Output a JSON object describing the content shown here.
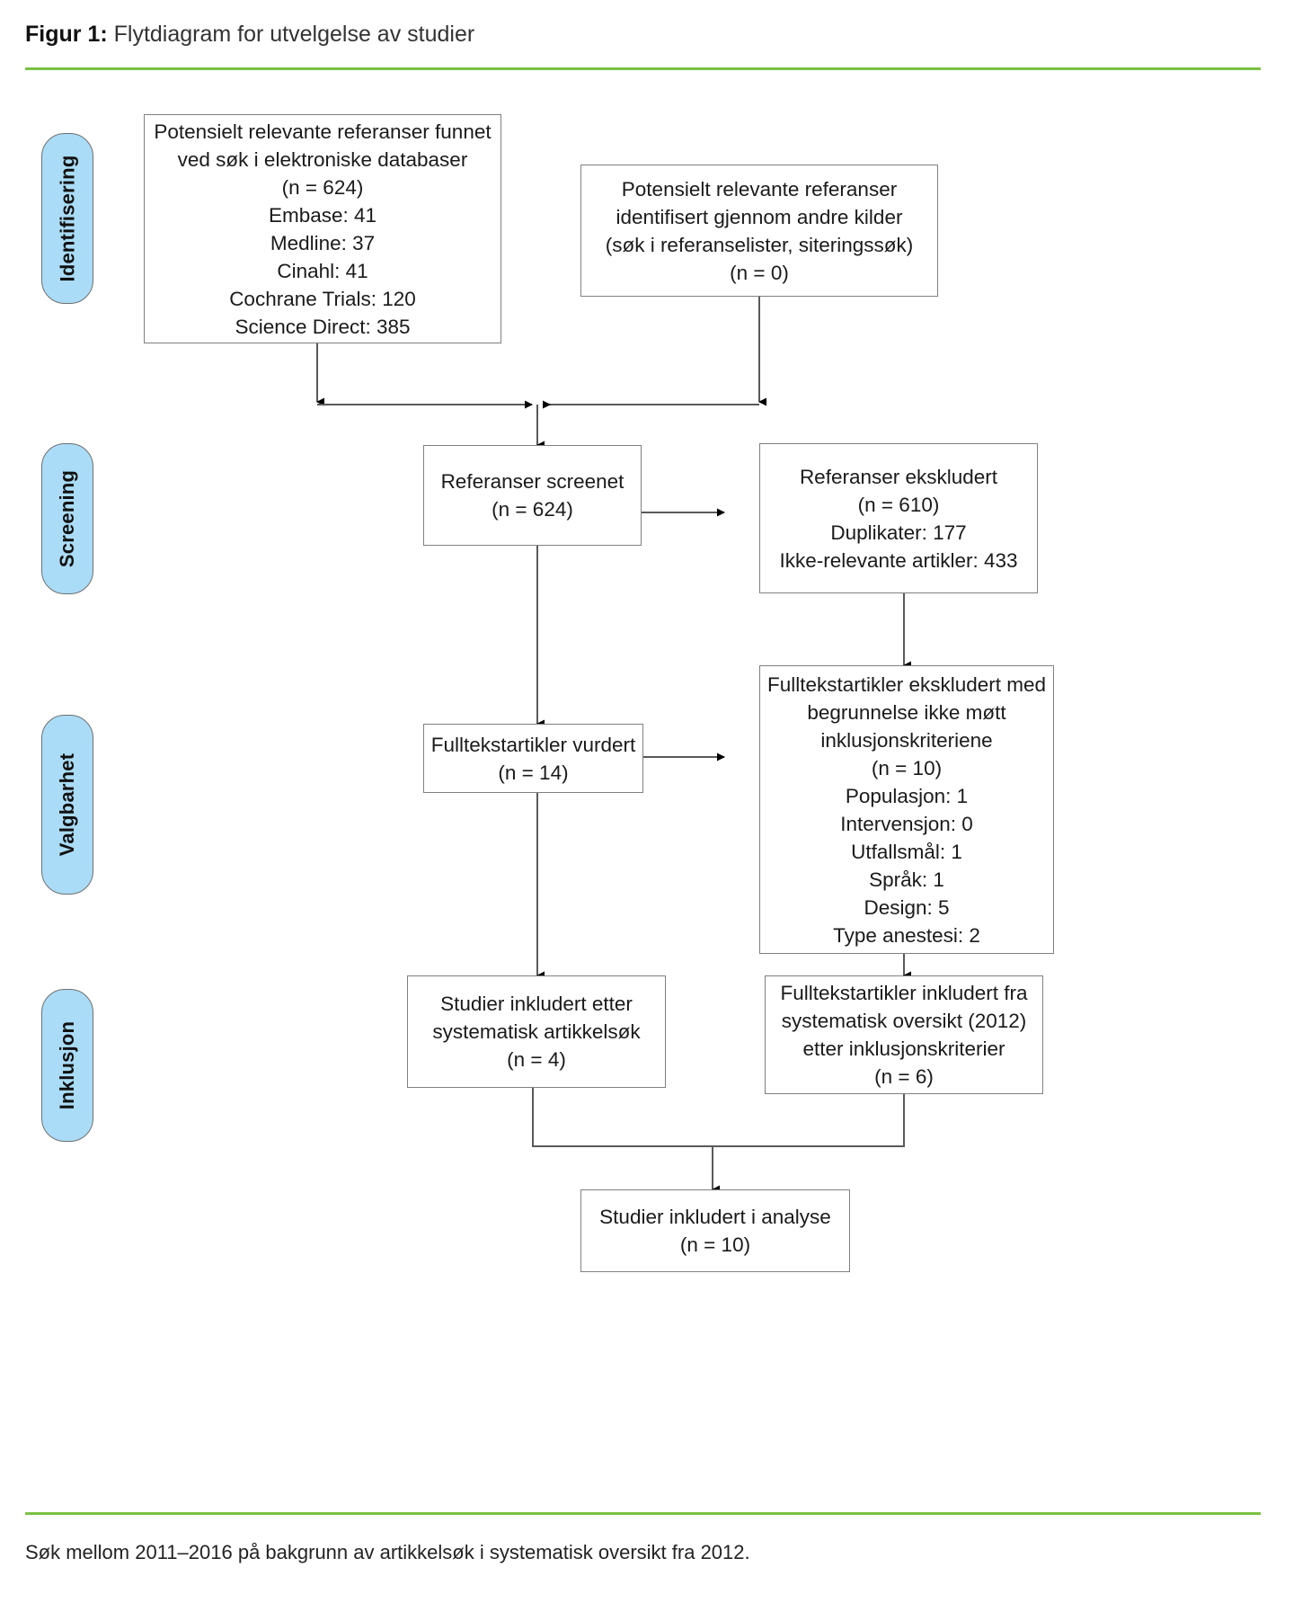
{
  "figure": {
    "label": "Figur 1:",
    "title": "Flytdiagram for utvelgelse av studier",
    "footnote": "Søk mellom 2011–2016 på bakgrunn av artikkelsøk i systematisk oversikt fra 2012.",
    "rule_color": "#7ac143",
    "pill_color": "#aadcf7",
    "box_border_color": "#808080"
  },
  "stages": [
    {
      "id": "identification",
      "label": "Identifisering"
    },
    {
      "id": "screening",
      "label": "Screening"
    },
    {
      "id": "eligibility",
      "label": "Valgbarhet"
    },
    {
      "id": "inclusion",
      "label": "Inklusjon"
    }
  ],
  "chart_data": {
    "type": "diagram",
    "title": "Flytdiagram for utvelgelse av studier",
    "nodes": [
      {
        "id": "db-search",
        "stage": "identification",
        "lines": [
          "Potensielt relevante referanser funnet",
          "ved søk i elektroniske databaser",
          "(n = 624)",
          "Embase: 41",
          "Medline: 37",
          "Cinahl: 41",
          "Cochrane Trials: 120",
          "Science Direct: 385"
        ],
        "n": 624,
        "breakdown": {
          "Embase": 41,
          "Medline": 37,
          "Cinahl": 41,
          "Cochrane Trials": 120,
          "Science Direct": 385
        }
      },
      {
        "id": "other-sources",
        "stage": "identification",
        "lines": [
          "Potensielt relevante referanser",
          "identifisert gjennom andre kilder",
          "(søk i referanselister, siteringssøk)",
          "(n = 0)"
        ],
        "n": 0
      },
      {
        "id": "screened",
        "stage": "screening",
        "lines": [
          "Referanser screenet",
          "(n = 624)"
        ],
        "n": 624
      },
      {
        "id": "excluded-refs",
        "stage": "screening",
        "lines": [
          "Referanser ekskludert",
          "(n = 610)",
          "Duplikater: 177",
          "Ikke-relevante artikler: 433"
        ],
        "n": 610,
        "breakdown": {
          "Duplikater": 177,
          "Ikke-relevante artikler": 433
        }
      },
      {
        "id": "fulltext-assessed",
        "stage": "eligibility",
        "lines": [
          "Fulltekstartikler vurdert",
          "(n = 14)"
        ],
        "n": 14
      },
      {
        "id": "fulltext-excluded",
        "stage": "eligibility",
        "lines": [
          "Fulltekstartikler ekskludert med",
          "begrunnelse ikke møtt",
          "inklusjonskriteriene",
          "(n = 10)",
          "Populasjon: 1",
          "Intervensjon: 0",
          "Utfallsmål: 1",
          "Språk: 1",
          "Design: 5",
          "Type anestesi: 2"
        ],
        "n": 10,
        "breakdown": {
          "Populasjon": 1,
          "Intervensjon": 0,
          "Utfallsmål": 1,
          "Språk": 1,
          "Design": 5,
          "Type anestesi": 2
        }
      },
      {
        "id": "included-systematic-search",
        "stage": "inclusion",
        "lines": [
          "Studier inkludert etter",
          "systematisk artikkelsøk",
          "(n = 4)"
        ],
        "n": 4
      },
      {
        "id": "included-from-review",
        "stage": "inclusion",
        "lines": [
          "Fulltekstartikler inkludert fra",
          "systematisk oversikt (2012)",
          "etter inklusjonskriterier",
          "(n = 6)"
        ],
        "n": 6
      },
      {
        "id": "included-analysis",
        "stage": "inclusion",
        "lines": [
          "Studier inkludert i analyse",
          "(n = 10)"
        ],
        "n": 10
      }
    ],
    "edges": [
      {
        "from": "db-search",
        "to": "screened"
      },
      {
        "from": "other-sources",
        "to": "screened"
      },
      {
        "from": "screened",
        "to": "excluded-refs"
      },
      {
        "from": "screened",
        "to": "fulltext-assessed"
      },
      {
        "from": "excluded-refs",
        "to": "fulltext-excluded"
      },
      {
        "from": "fulltext-assessed",
        "to": "fulltext-excluded"
      },
      {
        "from": "fulltext-assessed",
        "to": "included-systematic-search"
      },
      {
        "from": "fulltext-excluded",
        "to": "included-from-review"
      },
      {
        "from": "included-systematic-search",
        "to": "included-analysis"
      },
      {
        "from": "included-from-review",
        "to": "included-analysis"
      }
    ]
  }
}
